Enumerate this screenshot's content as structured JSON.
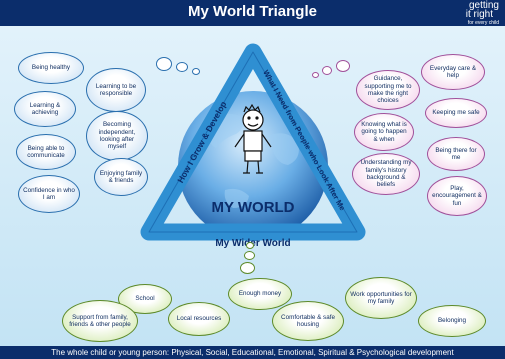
{
  "header": {
    "title": "My World Triangle"
  },
  "logo": {
    "line1": "getting",
    "line2": "it right",
    "line3": "for every child"
  },
  "triangle": {
    "left_side": "How I Grow & Develop",
    "right_side": "What I Need from People who Look After Me",
    "bottom_side": "My Wider World",
    "center": "MY WORLD"
  },
  "grow_develop": [
    "Being healthy",
    "Learning to be responsible",
    "Learning & achieving",
    "Becoming independent, looking after myself",
    "Being able to communicate",
    "Enjoying family & friends",
    "Confidence in who I am"
  ],
  "people_care": [
    "Everyday care & help",
    "Guidance, supporting me to make the right choices",
    "Keeping me safe",
    "Knowing what is going to happen & when",
    "Being there for me",
    "Understanding my family's history background & beliefs",
    "Play, encouragement & fun"
  ],
  "wider_world": [
    "School",
    "Enough money",
    "Work opportunities for my family",
    "Support from family, friends & other people",
    "Local resources",
    "Comfortable & safe housing",
    "Belonging"
  ],
  "footer": "The whole child or young person: Physical, Social, Educational, Emotional, Spiritual & Psychological development",
  "colors": {
    "navy": "#0b2d6b",
    "triangle": "#2f8fd2",
    "globe": "#3b8fd6"
  }
}
